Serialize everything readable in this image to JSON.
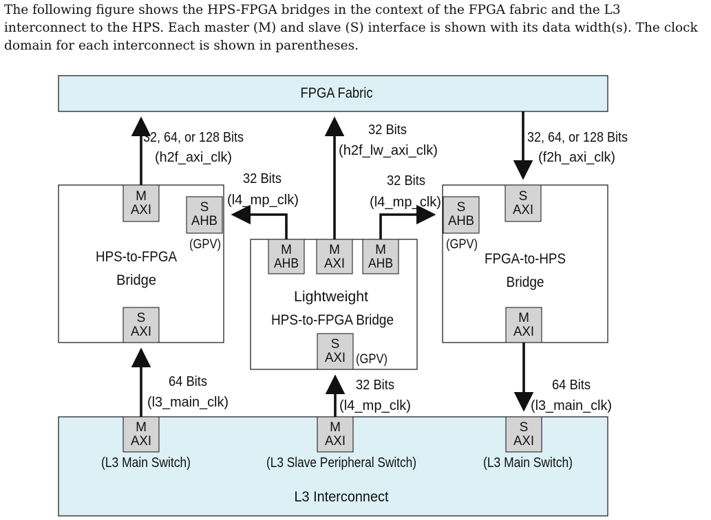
{
  "intro": {
    "line1": "The following figure shows the HPS-FPGA bridges in the context of the FPGA fabric and the L3",
    "line2": "interconnect to the HPS. Each master (M) and slave (S) interface is shown with its data width(s). The clock",
    "line3": "domain for each interconnect is shown in parentheses."
  },
  "colors": {
    "fabric_fill": "#dcf0f6",
    "port_fill": "#d4d4d4",
    "line": "#111111"
  },
  "fpga_fabric": {
    "label": "FPGA Fabric"
  },
  "l3": {
    "label": "L3 Interconnect",
    "left_port": {
      "m": "M",
      "t": "AXI",
      "caption": "(L3 Main Switch)"
    },
    "mid_port": {
      "m": "M",
      "t": "AXI",
      "caption": "(L3 Slave Peripheral Switch)"
    },
    "right_port": {
      "m": "S",
      "t": "AXI",
      "caption": "(L3 Main Switch)"
    }
  },
  "h2f": {
    "name1": "HPS-to-FPGA",
    "name2": "Bridge",
    "top_port": {
      "m": "M",
      "t": "AXI"
    },
    "gpv_port": {
      "m": "S",
      "t": "AHB"
    },
    "gpv": "(GPV)",
    "bottom_port": {
      "m": "S",
      "t": "AXI"
    },
    "top_width": "32, 64, or 128 Bits",
    "top_clk": "(h2f_axi_clk)",
    "bottom_width": "64 Bits",
    "bottom_clk": "(l3_main_clk)"
  },
  "lw": {
    "name1": "Lightweight",
    "name2": "HPS-to-FPGA Bridge",
    "port_ahb_left": {
      "m": "M",
      "t": "AHB"
    },
    "port_axi": {
      "m": "M",
      "t": "AXI"
    },
    "port_ahb_right": {
      "m": "M",
      "t": "AHB"
    },
    "bottom_port": {
      "m": "S",
      "t": "AXI"
    },
    "gpv": "(GPV)",
    "top_width": "32 Bits",
    "top_clk": "(h2f_lw_axi_clk)",
    "left_width": "32 Bits",
    "left_clk": "(l4_mp_clk)",
    "right_width": "32 Bits",
    "right_clk": "(l4_mp_clk)",
    "bottom_width": "32 Bits",
    "bottom_clk": "(l4_mp_clk)"
  },
  "f2h": {
    "name1": "FPGA-to-HPS",
    "name2": "Bridge",
    "top_port": {
      "m": "S",
      "t": "AXI"
    },
    "gpv_port": {
      "m": "S",
      "t": "AHB"
    },
    "gpv": "(GPV)",
    "bottom_port": {
      "m": "M",
      "t": "AXI"
    },
    "top_width": "32, 64, or 128 Bits",
    "top_clk": "(f2h_axi_clk)",
    "bottom_width": "64 Bits",
    "bottom_clk": "(l3_main_clk)"
  }
}
